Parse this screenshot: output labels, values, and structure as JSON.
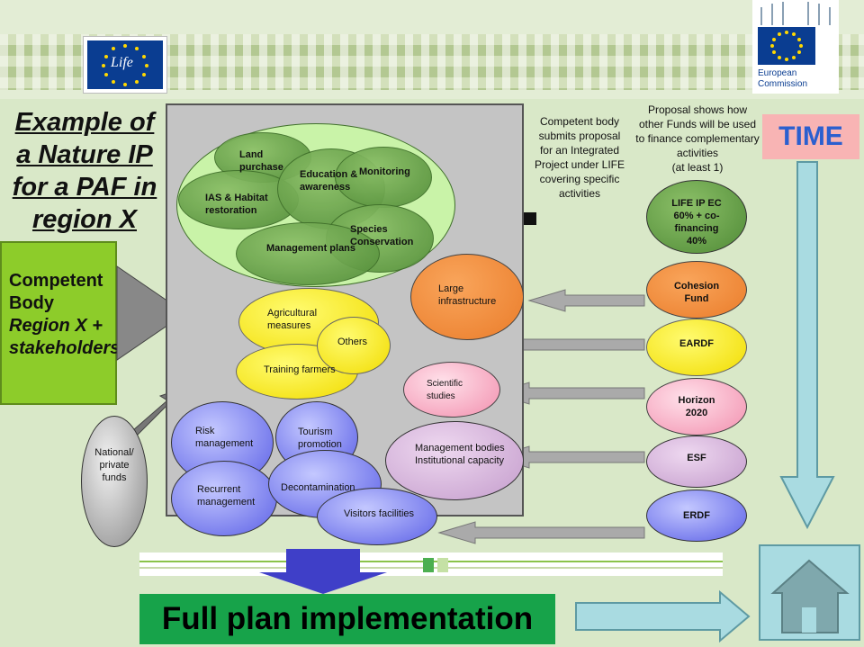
{
  "title": {
    "line1": "Example of",
    "line2": "a Nature IP",
    "line3": "for a PAF in",
    "line4": "region X"
  },
  "competent_body": {
    "line1": "Competent",
    "line2": "Body",
    "line3": "Region X +",
    "line4": "stakeholders"
  },
  "national_private": "National/\nprivate\nfunds",
  "green_measures": {
    "land_purchase": "Land\npurchase",
    "education": "Education &\nawareness",
    "monitoring": "Monitoring",
    "ias": "IAS & Habitat\nrestoration",
    "species": "Species\nConservation",
    "management_plans": "Management plans"
  },
  "yellow_measures": {
    "agricultural": "Agricultural\nmeasures",
    "others": "Others",
    "training": "Training farmers"
  },
  "blue_measures": {
    "risk": "Risk\nmanagement",
    "tourism": "Tourism\npromotion",
    "recurrent": "Recurrent\nmanagement",
    "decontamination": "Decontamination",
    "visitors": "Visitors facilities"
  },
  "other_measures": {
    "large_infra": "Large\ninfrastructure",
    "scientific": "Scientific\nstudies",
    "management_bodies": "Management bodies\nInstitutional capacity"
  },
  "proposal": {
    "competent_submits": "Competent body\nsubmits proposal\nfor an Integrated\nProject under LIFE\ncovering specific\nactivities",
    "shows_how": "Proposal shows how\nother Funds will be used\nto finance complementary\nactivities\n(at least 1)"
  },
  "funds": {
    "life": "LIFE IP EC\n60% + co-\nfinancing\n40%",
    "cohesion": "Cohesion\nFund",
    "eardf": "EARDF",
    "horizon": "Horizon\n2020",
    "esf": "ESF",
    "erdf": "ERDF"
  },
  "time_label": "TIME",
  "full_plan": "Full plan implementation",
  "logos": {
    "life_text": "Life",
    "ec_line1": "European",
    "ec_line2": "Commission"
  },
  "colors": {
    "title_green": "#8dcc2a",
    "plan_green": "#17a34a",
    "time_blue": "#2b5fcf",
    "arrow_light": "#a9dbe1"
  },
  "icons": [
    "life-logo-icon",
    "eu-flag-icon",
    "house-icon",
    "arrow-right-icon",
    "arrow-down-icon",
    "arrow-left-icon"
  ]
}
